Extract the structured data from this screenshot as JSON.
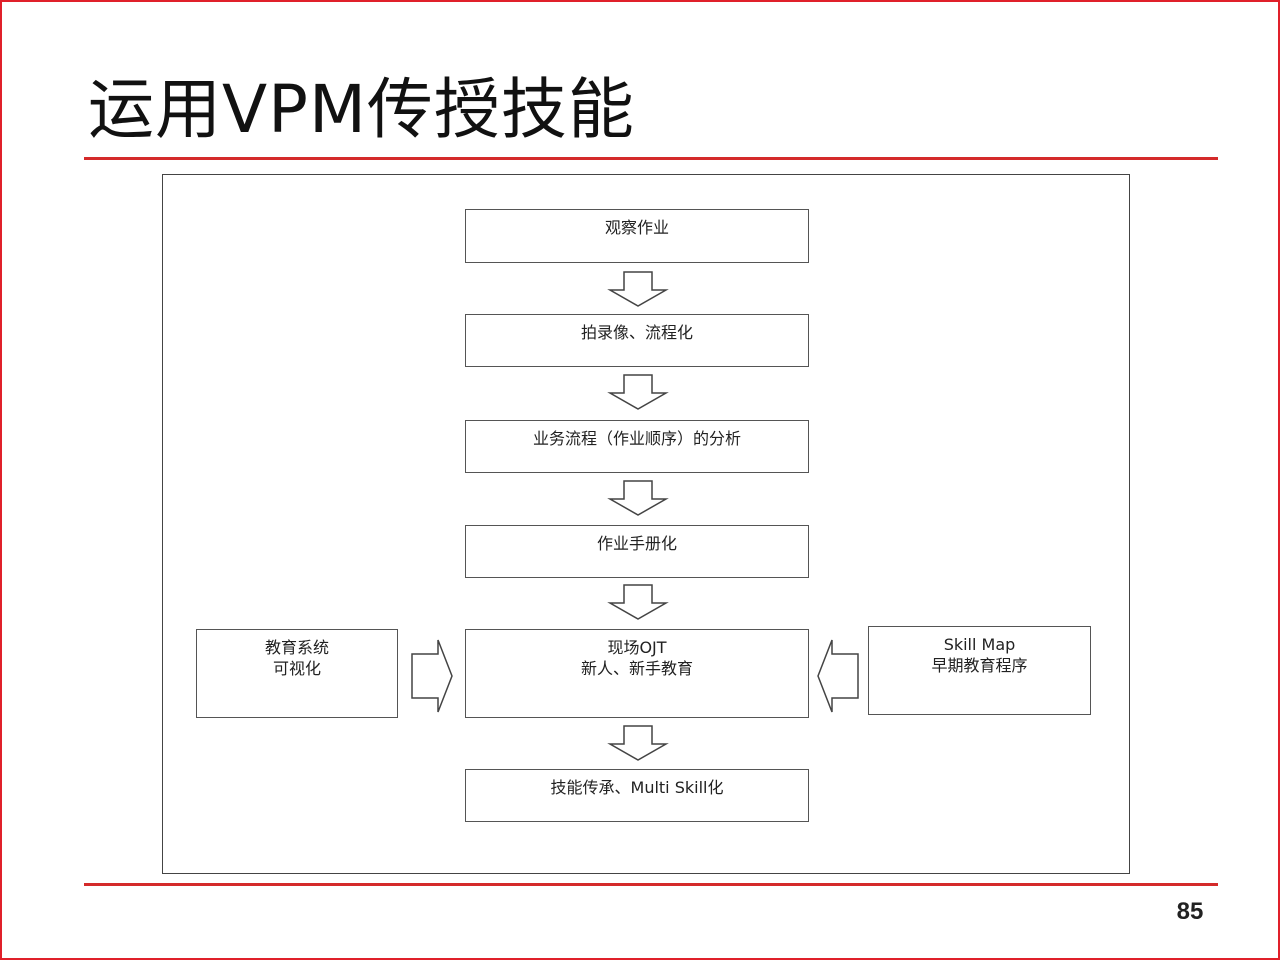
{
  "slide": {
    "title": "运用VPM传授技能",
    "page_number": "85"
  },
  "flow": {
    "steps": [
      {
        "lines": [
          "观察作业"
        ]
      },
      {
        "lines": [
          "拍录像、流程化"
        ]
      },
      {
        "lines": [
          "业务流程（作业顺序）的分析"
        ]
      },
      {
        "lines": [
          "作业手册化"
        ]
      },
      {
        "lines": [
          "现场OJT",
          "新人、新手教育"
        ]
      },
      {
        "lines": [
          "技能传承、Multi Skill化"
        ]
      }
    ],
    "left_input": {
      "lines": [
        "教育系统",
        "可视化"
      ]
    },
    "right_input": {
      "lines": [
        "Skill Map",
        "早期教育程序"
      ]
    }
  },
  "colors": {
    "accent_rule": "#d42a2a",
    "frame_border": "#e0202a"
  }
}
